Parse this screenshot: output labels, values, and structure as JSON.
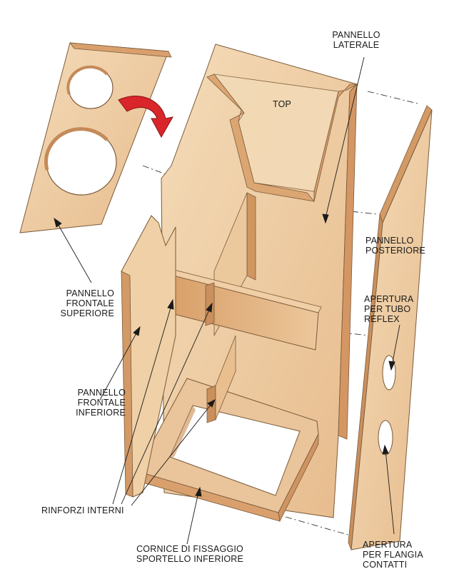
{
  "labels": {
    "top": "TOP",
    "side_panel": "PANNELLO\nLATERALE",
    "back_panel": "PANNELLO\nPOSTERIORE",
    "reflex_opening": "APERTURA\nPER TUBO\nREFLEX",
    "upper_front_panel": "PANNELLO\nFRONTALE\nSUPERIORE",
    "lower_front_panel": "PANNELLO\nFRONTALE\nINFERIORE",
    "internal_braces": "RINFORZI INTERNI",
    "lower_door_frame": "CORNICE DI FISSAGGIO\nSPORTELLO INFERIORE",
    "contacts_opening": "APERTURA\nPER FLANGIA\nCONTATTI"
  },
  "colors": {
    "wood_light": "#f1d3ac",
    "wood_mid": "#e6b987",
    "wood_dark": "#c98f5c",
    "wood_edge": "#d9a06d",
    "ink": "#1a1a1a",
    "arrow_red": "#d9262b"
  }
}
